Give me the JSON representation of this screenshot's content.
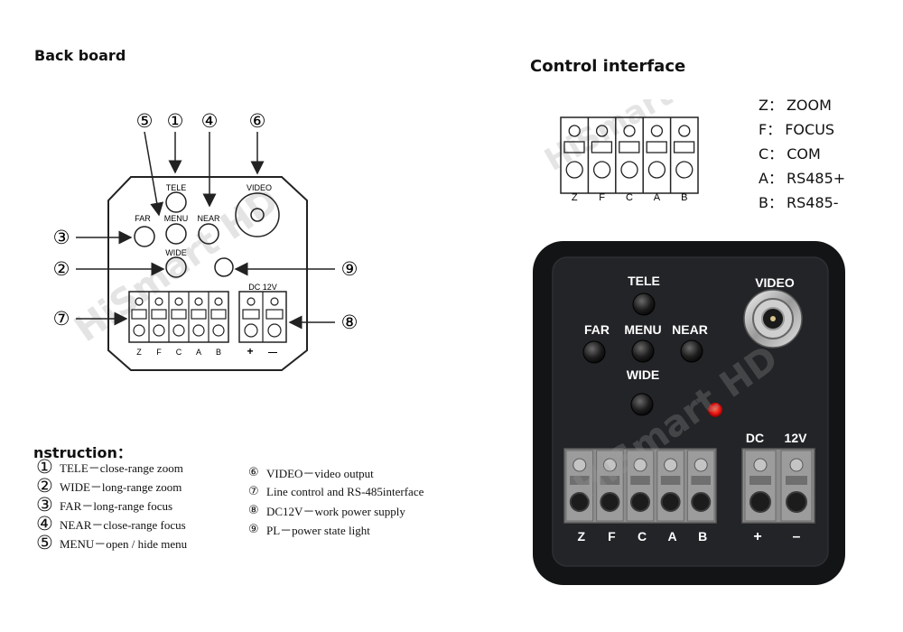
{
  "titles": {
    "back_board": "Back board",
    "control_interface": "Control interface",
    "instruction": "nstruction："
  },
  "back_board": {
    "button_labels": {
      "tele": "TELE",
      "menu": "MENU",
      "far": "FAR",
      "near": "NEAR",
      "wide": "WIDE",
      "video": "VIDEO",
      "dc": "DC 12V"
    },
    "terminal_letters": [
      "Z",
      "F",
      "C",
      "A",
      "B"
    ],
    "power_signs": [
      "+",
      "—"
    ],
    "callouts": [
      "①",
      "②",
      "③",
      "④",
      "⑤",
      "⑥",
      "⑦",
      "⑧",
      "⑨"
    ]
  },
  "control_interface": {
    "terminal_letters": [
      "Z",
      "F",
      "C",
      "A",
      "B"
    ],
    "legend": [
      {
        "key": "Z：",
        "value": "ZOOM"
      },
      {
        "key": "F：",
        "value": "FOCUS"
      },
      {
        "key": "C：",
        "value": "COM"
      },
      {
        "key": "A：",
        "value": "RS485+"
      },
      {
        "key": "B：",
        "value": "RS485-"
      }
    ]
  },
  "photo": {
    "labels": {
      "tele": "TELE",
      "far": "FAR",
      "menu": "MENU",
      "near": "NEAR",
      "wide": "WIDE",
      "video": "VIDEO",
      "dc": "DC",
      "v12": "12V"
    },
    "terminal_letters": [
      "Z",
      "F",
      "C",
      "A",
      "B"
    ],
    "power_signs": [
      "+",
      "–"
    ]
  },
  "instructions_left": [
    {
      "num": "①",
      "text": "TELE－close-range zoom"
    },
    {
      "num": "②",
      "text": "WIDE－long-range zoom"
    },
    {
      "num": "③",
      "text": "FAR－long-range focus"
    },
    {
      "num": "④",
      "text": "NEAR－close-range focus"
    },
    {
      "num": "⑤",
      "text": "MENU－open / hide menu"
    }
  ],
  "instructions_right": [
    {
      "num": "⑥",
      "text": "VIDEO－video output"
    },
    {
      "num": "⑦",
      "text": "Line control and RS-485interface"
    },
    {
      "num": "⑧",
      "text": "DC12V－work power supply"
    },
    {
      "num": "⑨",
      "text": "PL－power state light"
    }
  ],
  "watermark": "HiSmart HD"
}
